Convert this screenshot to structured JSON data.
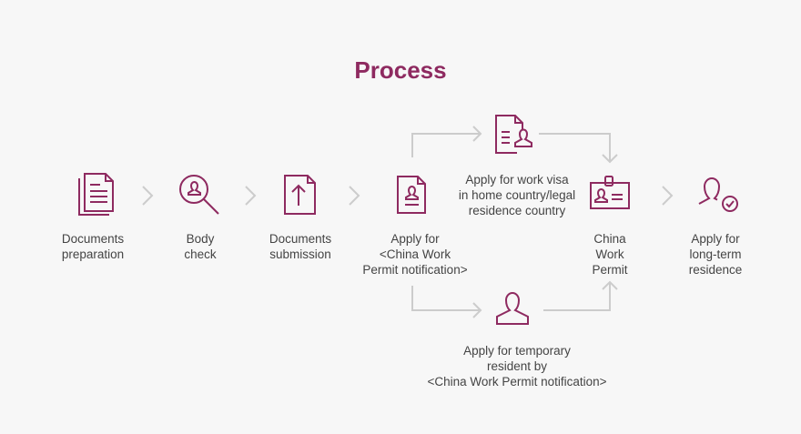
{
  "title": "Process",
  "colors": {
    "accent": "#8e2a60",
    "arrow": "#cccccc",
    "text": "#444444",
    "background": "#f7f7f7"
  },
  "steps": [
    {
      "id": "documents-preparation",
      "icon": "documents-icon",
      "lines": [
        "Documents",
        "preparation"
      ]
    },
    {
      "id": "body-check",
      "icon": "magnifier-person-icon",
      "lines": [
        "Body",
        "check"
      ]
    },
    {
      "id": "documents-submission",
      "icon": "upload-document-icon",
      "lines": [
        "Documents",
        "submission"
      ]
    },
    {
      "id": "apply-work-permit-notification",
      "icon": "person-document-icon",
      "lines": [
        "Apply for",
        "<China Work",
        "Permit notification>"
      ]
    },
    {
      "id": "apply-work-visa",
      "icon": "document-person-icon",
      "lines": [
        "Apply for work visa",
        "in home country/legal",
        "residence country"
      ]
    },
    {
      "id": "apply-temporary-resident",
      "icon": "person-icon",
      "lines": [
        "Apply for temporary",
        "resident by",
        "<China Work Permit notification>"
      ]
    },
    {
      "id": "china-work-permit",
      "icon": "id-badge-icon",
      "lines": [
        "China",
        "Work",
        "Permit"
      ]
    },
    {
      "id": "apply-long-term-residence",
      "icon": "person-check-icon",
      "lines": [
        "Apply for",
        "long-term",
        "residence"
      ]
    }
  ]
}
